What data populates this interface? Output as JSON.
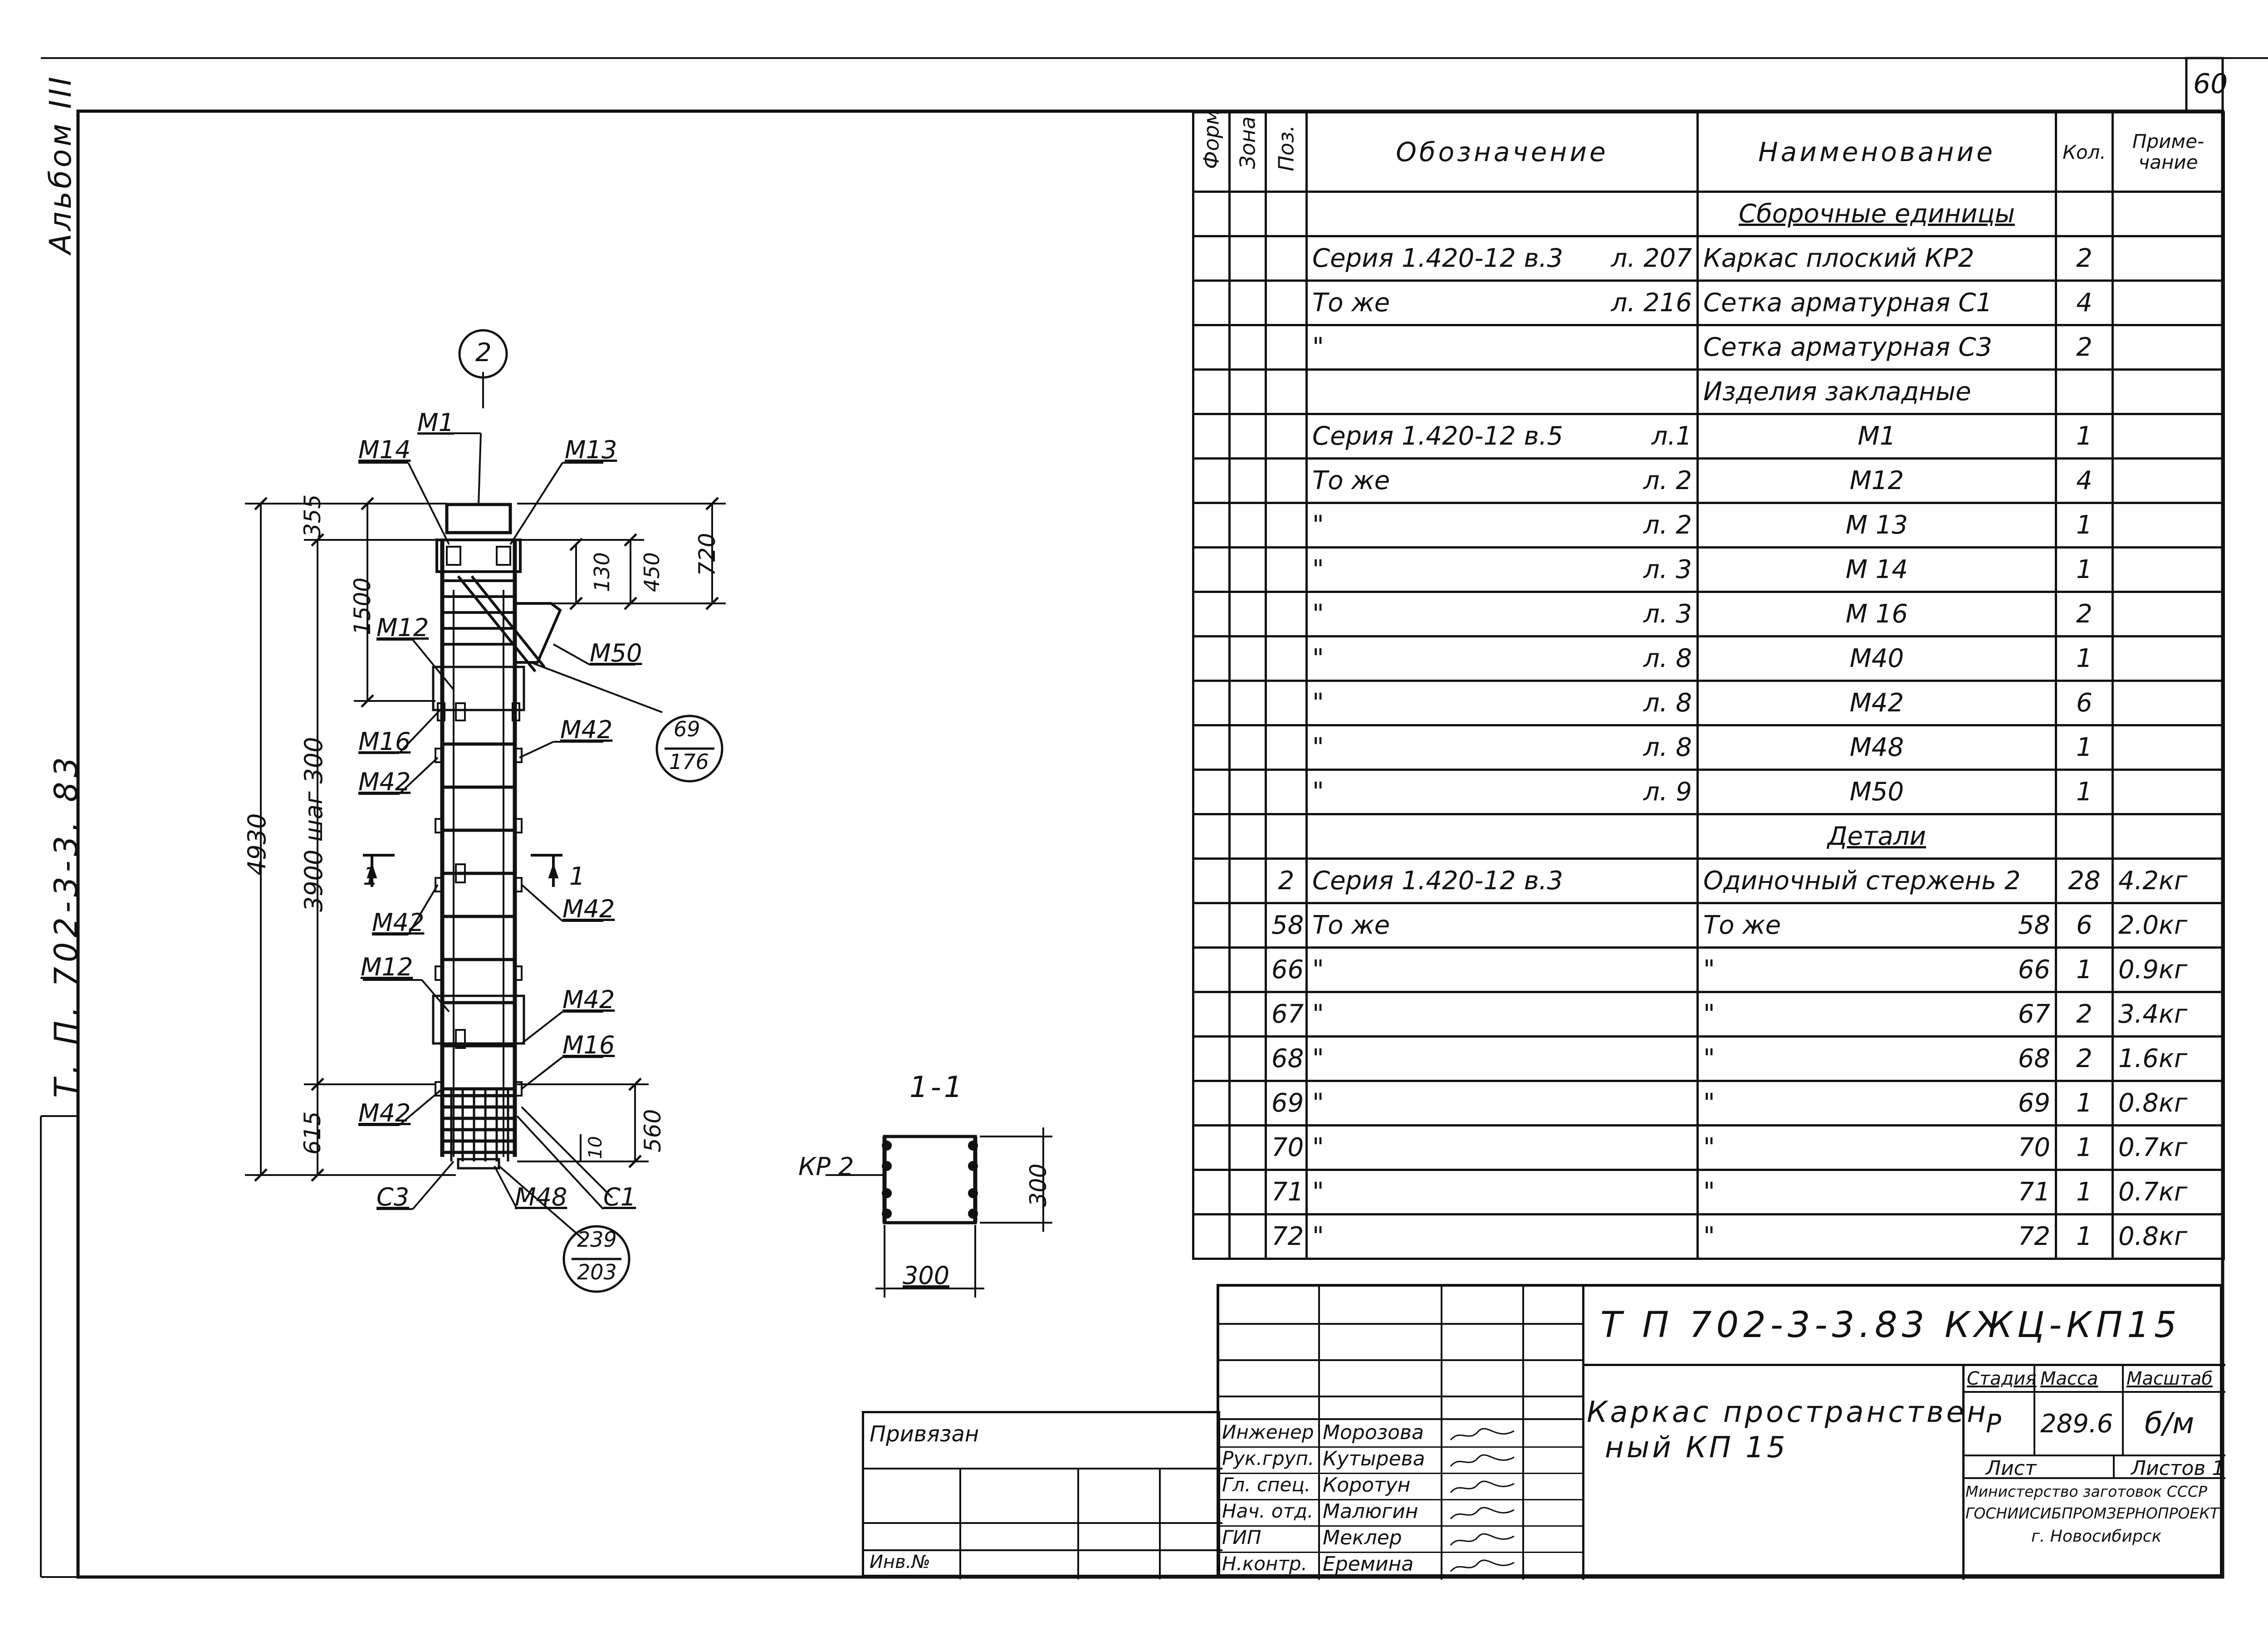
{
  "sheet_number": "60",
  "side": {
    "album": "Альбом III",
    "tp_code": "Т. П.   702-3-3. 83"
  },
  "drawing": {
    "callout_2": "2",
    "marks": {
      "m1": "M1",
      "m14": "M14",
      "m13": "M13",
      "m12_top": "M12",
      "m50": "M50",
      "m16_top": "M16",
      "m42_a": "M42",
      "m42_b": "M42",
      "m42_c": "M42",
      "m42_d": "M42",
      "m12_bot": "M12",
      "m42_e": "M42",
      "m16_bot": "M16",
      "m42_f": "M42",
      "c3": "C3",
      "m48": "M48",
      "c1": "C1"
    },
    "section_marks": {
      "left": "1",
      "right": "1"
    },
    "callout_69": {
      "top": "69",
      "bottom": "176"
    },
    "callout_239": {
      "top": "239",
      "bottom": "203"
    },
    "dims": {
      "d4930": "4930",
      "d3900": "3900   шаг 300",
      "d355": "355",
      "d1500": "1500",
      "d615": "615",
      "d130": "130",
      "d450": "450",
      "d720": "720",
      "d560": "560",
      "d10": "10"
    },
    "section": {
      "title": "1-1",
      "kr": "КР 2",
      "w": "300",
      "h": "300"
    }
  },
  "spec": {
    "headers": {
      "format": "Формат",
      "zone": "Зона",
      "pos": "Поз.",
      "designation": "Обозначение",
      "name": "Наименование",
      "qty": "Кол.",
      "note": "Приме- чание"
    },
    "rows": [
      {
        "pos": "",
        "des_l": "",
        "des_r": "",
        "name": "Сборочные единицы",
        "name_r": "",
        "qty": "",
        "note": "",
        "sec": true
      },
      {
        "pos": "",
        "des_l": "Серия 1.420-12 в.3",
        "des_r": "л. 207",
        "name": "Каркас плоский  КР2",
        "name_r": "",
        "qty": "2",
        "note": ""
      },
      {
        "pos": "",
        "des_l": "То же",
        "des_r": "л. 216",
        "name": "Сетка арматурная С1",
        "name_r": "",
        "qty": "4",
        "note": ""
      },
      {
        "pos": "",
        "des_l": "\"",
        "des_r": "",
        "name": "Сетка арматурная С3",
        "name_r": "",
        "qty": "2",
        "note": ""
      },
      {
        "pos": "",
        "des_l": "",
        "des_r": "",
        "name": "Изделия закладные",
        "name_r": "",
        "qty": "",
        "note": ""
      },
      {
        "pos": "",
        "des_l": "Серия 1.420-12 в.5",
        "des_r": "л.1",
        "name": "М1",
        "name_r": "",
        "qty": "1",
        "note": "",
        "cen": true
      },
      {
        "pos": "",
        "des_l": "То же",
        "des_r": "л. 2",
        "name": "М12",
        "name_r": "",
        "qty": "4",
        "note": "",
        "cen": true
      },
      {
        "pos": "",
        "des_l": "\"",
        "des_r": "л. 2",
        "name": "М 13",
        "name_r": "",
        "qty": "1",
        "note": "",
        "cen": true
      },
      {
        "pos": "",
        "des_l": "\"",
        "des_r": "л. 3",
        "name": "М 14",
        "name_r": "",
        "qty": "1",
        "note": "",
        "cen": true
      },
      {
        "pos": "",
        "des_l": "\"",
        "des_r": "л. 3",
        "name": "М 16",
        "name_r": "",
        "qty": "2",
        "note": "",
        "cen": true
      },
      {
        "pos": "",
        "des_l": "\"",
        "des_r": "л. 8",
        "name": "М40",
        "name_r": "",
        "qty": "1",
        "note": "",
        "cen": true
      },
      {
        "pos": "",
        "des_l": "\"",
        "des_r": "л. 8",
        "name": "М42",
        "name_r": "",
        "qty": "6",
        "note": "",
        "cen": true
      },
      {
        "pos": "",
        "des_l": "\"",
        "des_r": "л. 8",
        "name": "М48",
        "name_r": "",
        "qty": "1",
        "note": "",
        "cen": true
      },
      {
        "pos": "",
        "des_l": "\"",
        "des_r": "л. 9",
        "name": "М50",
        "name_r": "",
        "qty": "1",
        "note": "",
        "cen": true
      },
      {
        "pos": "",
        "des_l": "",
        "des_r": "",
        "name": "Детали",
        "name_r": "",
        "qty": "",
        "note": "",
        "sec": true
      },
      {
        "pos": "2",
        "des_l": "Серия 1.420-12 в.3",
        "des_r": "",
        "name": "Одиночный стержень 2",
        "name_r": "",
        "qty": "28",
        "note": "4.2кг"
      },
      {
        "pos": "58",
        "des_l": "То же",
        "des_r": "",
        "name": "То же",
        "name_r": "58",
        "qty": "6",
        "note": "2.0кг"
      },
      {
        "pos": "66",
        "des_l": "\"",
        "des_r": "",
        "name": "\"",
        "name_r": "66",
        "qty": "1",
        "note": "0.9кг"
      },
      {
        "pos": "67",
        "des_l": "\"",
        "des_r": "",
        "name": "\"",
        "name_r": "67",
        "qty": "2",
        "note": "3.4кг"
      },
      {
        "pos": "68",
        "des_l": "\"",
        "des_r": "",
        "name": "\"",
        "name_r": "68",
        "qty": "2",
        "note": "1.6кг"
      },
      {
        "pos": "69",
        "des_l": "\"",
        "des_r": "",
        "name": "\"",
        "name_r": "69",
        "qty": "1",
        "note": "0.8кг"
      },
      {
        "pos": "70",
        "des_l": "\"",
        "des_r": "",
        "name": "\"",
        "name_r": "70",
        "qty": "1",
        "note": "0.7кг"
      },
      {
        "pos": "71",
        "des_l": "\"",
        "des_r": "",
        "name": "\"",
        "name_r": "71",
        "qty": "1",
        "note": "0.7кг"
      },
      {
        "pos": "72",
        "des_l": "\"",
        "des_r": "",
        "name": "\"",
        "name_r": "72",
        "qty": "1",
        "note": "0.8кг"
      }
    ]
  },
  "stamp": {
    "code": "Т П   702-3-3.83    КЖЦ-КП15",
    "title_l1": "Каркас пространствен",
    "title_l2": "ный  КП 15",
    "stage_h": "Стадия",
    "mass_h": "Масса",
    "scale_h": "Масштаб",
    "stage": "Р",
    "mass": "289.6",
    "scale": "б/м",
    "sheet_h": "Лист",
    "sheets_h": "Листов 1",
    "org1": "Министерство заготовок СССР",
    "org2": "ГОСНИИСИБПРОМЗЕРНОПРОЕКТ",
    "org3": "г. Новосибирск",
    "people": [
      {
        "role": "Инженер",
        "name": "Морозова"
      },
      {
        "role": "Рук.груп.",
        "name": "Кутырева"
      },
      {
        "role": "Гл. спец.",
        "name": "Коротун"
      },
      {
        "role": "Нач. отд.",
        "name": "Малюгин"
      },
      {
        "role": "ГИП",
        "name": "Меклер"
      },
      {
        "role": "Н.контр.",
        "name": "Еремина"
      }
    ],
    "privyazan": "Привязан",
    "inv": "Инв.№"
  }
}
